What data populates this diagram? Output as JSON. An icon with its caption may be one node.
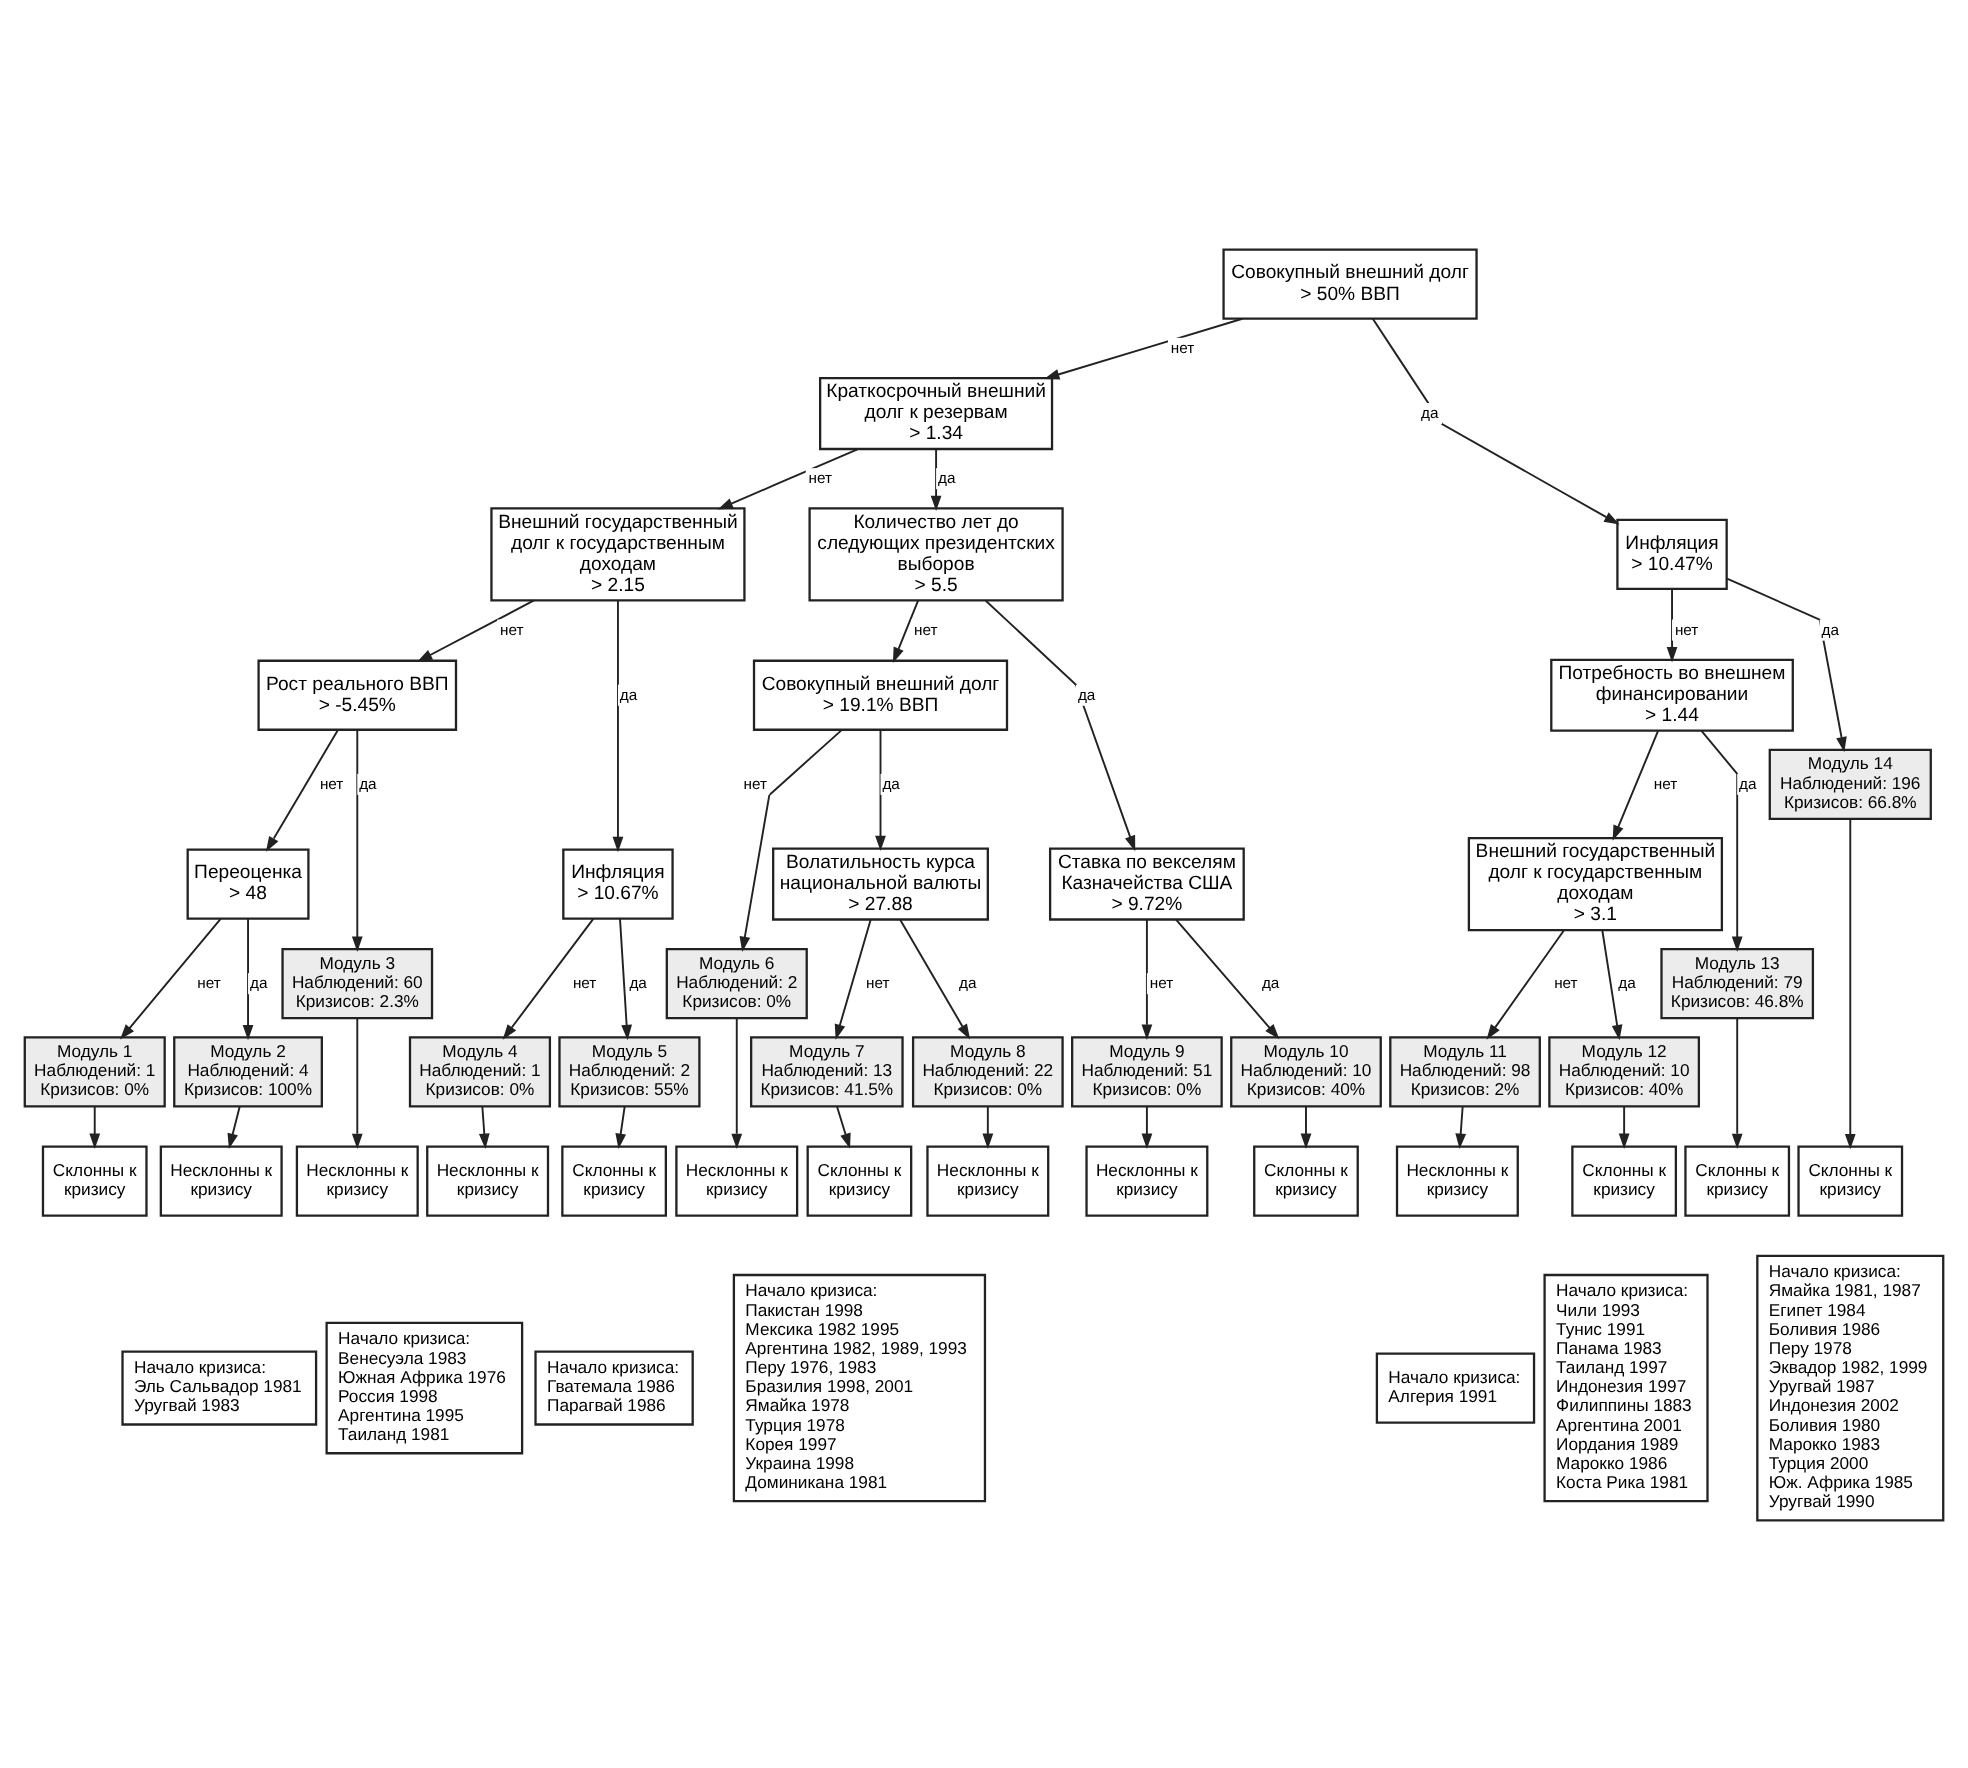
{
  "diagram": {
    "nodes": [
      {
        "text": [
          "Совокупный внешний долг",
          "> 50% ВВП"
        ]
      },
      {
        "text": [
          "Краткосрочный внешний долг к резервам",
          "> 1.34"
        ]
      },
      {
        "text": [
          "Инфляция",
          "> 10.47%"
        ]
      },
      {
        "text": [
          "Внешний государственный долг к государственным доходам",
          "> 2.15"
        ]
      },
      {
        "text": [
          "Количество лет до следующих президентских выборов",
          "> 5.5"
        ]
      },
      {
        "text": [
          "Потребность во внешнем финансировании",
          "> 1.44"
        ]
      },
      {
        "text": [
          "Модуль 14",
          "Наблюдений: 196",
          "Кризисов: 66.8%"
        ]
      },
      {
        "text": [
          "Рост реального ВВП",
          "> -5.45%"
        ]
      },
      {
        "text": [
          "Инфляция",
          "> 10.67%"
        ]
      },
      {
        "text": [
          "Совокупный внешний долг",
          "> 19.1% ВВП"
        ]
      },
      {
        "text": [
          "Ставка по векселям Казначейства США",
          "> 9.72%"
        ]
      },
      {
        "text": [
          "Внешний государственный долг к государственным доходам",
          "> 3.1"
        ]
      },
      {
        "text": [
          "Модуль 13",
          "Наблюдений: 79",
          "Кризисов: 46.8%"
        ]
      },
      {
        "text": [
          "Переоценка",
          "> 48"
        ]
      },
      {
        "text": [
          "Модуль 3",
          "Наблюдений: 60",
          "Кризисов: 2.3%"
        ]
      },
      {
        "text": [
          "Модуль 4",
          "Наблюдений: 1",
          "Кризисов: 0%"
        ]
      },
      {
        "text": [
          "Модуль 5",
          "Наблюдений: 2",
          "Кризисов: 55%"
        ]
      },
      {
        "text": [
          "Модуль 6",
          "Наблюдений: 2",
          "Кризисов: 0%"
        ]
      },
      {
        "text": [
          "Волатильность курса национальной валюты",
          "> 27.88"
        ]
      },
      {
        "text": [
          "Модуль 9",
          "Наблюдений: 51",
          "Кризисов: 0%"
        ]
      },
      {
        "text": [
          "Модуль 10",
          "Наблюдений: 10",
          "Кризисов: 40%"
        ]
      },
      {
        "text": [
          "Модуль 11",
          "Наблюдений: 98",
          "Кризисов: 2%"
        ]
      },
      {
        "text": [
          "Модуль 12",
          "Наблюдений: 10",
          "Кризисов: 40%"
        ]
      },
      {
        "text": [
          "Модуль 1",
          "Наблюдений: 1",
          "Кризисов: 0%"
        ]
      },
      {
        "text": [
          "Модуль 2",
          "Наблюдений: 4",
          "Кризисов: 100%"
        ]
      },
      {
        "text": [
          "Модуль 7",
          "Наблюдений: 13",
          "Кризисов: 41.5%"
        ]
      },
      {
        "text": [
          "Модуль 8",
          "Наблюдений: 22",
          "Кризисов: 0%"
        ]
      },
      {
        "text": [
          "Склонны к кризису"
        ]
      },
      {
        "text": [
          "Несклонны к кризису"
        ]
      },
      {
        "text": [
          "Несклонны к кризису"
        ]
      },
      {
        "text": [
          "Несклонны к кризису"
        ]
      },
      {
        "text": [
          "Склонны к кризису"
        ]
      },
      {
        "text": [
          "Несклонны к кризису"
        ]
      },
      {
        "text": [
          "Склонны к кризису"
        ]
      },
      {
        "text": [
          "Несклонны к кризису"
        ]
      },
      {
        "text": [
          "Несклонны к кризису"
        ]
      },
      {
        "text": [
          "Склонны к кризису"
        ]
      },
      {
        "text": [
          "Несклонны к кризису"
        ]
      },
      {
        "text": [
          "Склонны к кризису"
        ]
      },
      {
        "text": [
          "Склонны к кризису"
        ]
      },
      {
        "text": [
          "Склонны к кризису"
        ]
      },
      {
        "text": [
          "Начало кризиса:",
          "Эль Сальвадор 1981",
          "Уругвай 1983"
        ]
      },
      {
        "text": [
          "Начало кризиса:",
          "Венесуэла 1983",
          "Южная Африка 1976",
          "Россия 1998",
          "Аргентина 1995",
          "Таиланд 1981"
        ]
      },
      {
        "text": [
          "Начало кризиса:",
          "Гватемала 1986",
          "Парагвай 1986"
        ]
      },
      {
        "text": [
          "Начало кризиса:",
          "Пакистан 1998",
          "Мексика 1982 1995",
          "Аргентина 1982, 1989, 1993",
          "Перу 1976, 1983",
          "Бразилия 1998, 2001",
          "Ямайка 1978",
          "Турция 1978",
          "Корея 1997",
          "Украина 1998",
          "Доминикана 1981"
        ]
      },
      {
        "text": [
          "Начало кризиса:",
          "Алгерия 1991"
        ]
      },
      {
        "text": [
          "Начало кризиса:",
          "Чили 1993",
          "Тунис 1991",
          "Панама 1983",
          "Таиланд 1997",
          "Индонезия 1997",
          "Филиппины 1883",
          "Аргентина 2001",
          "Иордания 1989",
          "Марокко 1986",
          "Коста Рика 1981"
        ]
      },
      {
        "text": [
          "Начало кризиса:",
          "Ямайка 1981, 1987",
          "Египет 1984",
          "Боливия 1986",
          "Перу 1978",
          "Эквадор 1982, 1999",
          "Уругвай 1987",
          "Индонезия 2002",
          "Боливия 1980",
          "Марокко 1983",
          "Турция 2000",
          "Юж. Африка 1985",
          "Уругвай 1990"
        ]
      }
    ],
    "edges": [
      {
        "from": 0,
        "to": 1,
        "arrow": "to",
        "label": "нет"
      },
      {
        "from": 0,
        "to": 2,
        "arrow": "to",
        "label": "да"
      },
      {
        "from": 1,
        "to": 3,
        "arrow": "to",
        "label": "нет"
      },
      {
        "from": 1,
        "to": 4,
        "arrow": "to",
        "label": "да"
      },
      {
        "from": 2,
        "to": 5,
        "arrow": "to",
        "label": "нет"
      },
      {
        "from": 2,
        "to": 6,
        "arrow": "to",
        "label": "да"
      },
      {
        "from": 3,
        "to": 7,
        "arrow": "to",
        "label": "нет"
      },
      {
        "from": 3,
        "to": 8,
        "arrow": "to",
        "label": "да"
      },
      {
        "from": 4,
        "to": 9,
        "arrow": "to",
        "label": "нет"
      },
      {
        "from": 4,
        "to": 10,
        "arrow": "to",
        "label": "да"
      },
      {
        "from": 5,
        "to": 11,
        "arrow": "to",
        "label": "нет"
      },
      {
        "from": 5,
        "to": 12,
        "arrow": "to",
        "label": "да"
      },
      {
        "from": 7,
        "to": 13,
        "arrow": "to",
        "label": "нет"
      },
      {
        "from": 7,
        "to": 14,
        "arrow": "to",
        "label": "да"
      },
      {
        "from": 8,
        "to": 15,
        "arrow": "to",
        "label": "нет"
      },
      {
        "from": 8,
        "to": 16,
        "arrow": "to",
        "label": "да"
      },
      {
        "from": 9,
        "to": 17,
        "arrow": "to",
        "label": "нет"
      },
      {
        "from": 9,
        "to": 18,
        "arrow": "to",
        "label": "да"
      },
      {
        "from": 10,
        "to": 19,
        "arrow": "to",
        "label": "нет"
      },
      {
        "from": 10,
        "to": 20,
        "arrow": "to",
        "label": "да"
      },
      {
        "from": 11,
        "to": 21,
        "arrow": "to",
        "label": "нет"
      },
      {
        "from": 11,
        "to": 22,
        "arrow": "to",
        "label": "да"
      },
      {
        "from": 13,
        "to": 23,
        "arrow": "to",
        "label": "нет"
      },
      {
        "from": 13,
        "to": 24,
        "arrow": "to",
        "label": "да"
      },
      {
        "from": 18,
        "to": 25,
        "arrow": "to",
        "label": "нет"
      },
      {
        "from": 18,
        "to": 26,
        "arrow": "to",
        "label": "да"
      },
      {
        "from": 23,
        "to": 27,
        "arrow": "to"
      },
      {
        "from": 24,
        "to": 28,
        "arrow": "to"
      },
      {
        "from": 14,
        "to": 29,
        "arrow": "to"
      },
      {
        "from": 15,
        "to": 30,
        "arrow": "to"
      },
      {
        "from": 16,
        "to": 31,
        "arrow": "to"
      },
      {
        "from": 17,
        "to": 32,
        "arrow": "to"
      },
      {
        "from": 25,
        "to": 33,
        "arrow": "to"
      },
      {
        "from": 26,
        "to": 34,
        "arrow": "to"
      },
      {
        "from": 19,
        "to": 35,
        "arrow": "to"
      },
      {
        "from": 20,
        "to": 36,
        "arrow": "to"
      },
      {
        "from": 21,
        "to": 37,
        "arrow": "to"
      },
      {
        "from": 22,
        "to": 38,
        "arrow": "to"
      },
      {
        "from": 12,
        "to": 39,
        "arrow": "to"
      },
      {
        "from": 6,
        "to": 40,
        "arrow": "to"
      }
    ]
  }
}
